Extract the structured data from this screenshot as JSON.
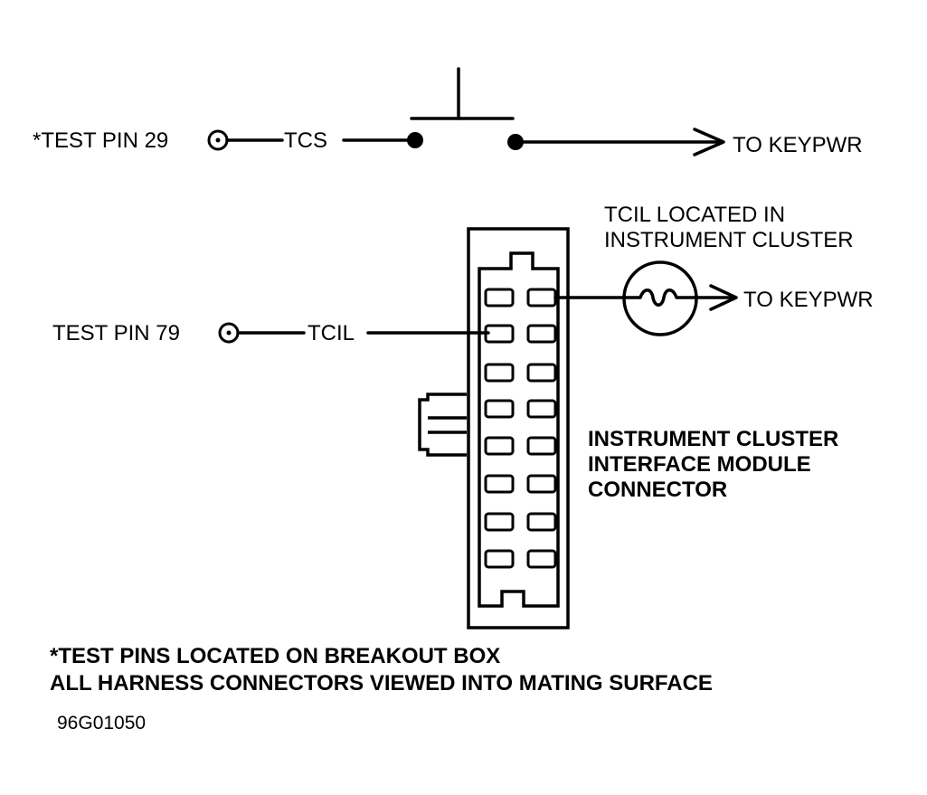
{
  "tcs_circuit": {
    "test_pin_label": "*TEST PIN 29",
    "wire_label": "TCS",
    "destination_label": "TO KEYPWR"
  },
  "tcil_circuit": {
    "test_pin_label": "TEST PIN 79",
    "wire_label": "TCIL",
    "destination_label": "TO KEYPWR",
    "lamp_note_line1": "TCIL LOCATED IN",
    "lamp_note_line2": "INSTRUMENT CLUSTER"
  },
  "connector": {
    "label_line1": "INSTRUMENT CLUSTER",
    "label_line2": "INTERFACE MODULE",
    "label_line3": "CONNECTOR",
    "cavity_rows": 8,
    "cavity_columns": 2
  },
  "footnotes": {
    "line1": "*TEST PINS LOCATED ON BREAKOUT BOX",
    "line2": "ALL HARNESS CONNECTORS VIEWED INTO MATING SURFACE"
  },
  "figure_id": "96G01050"
}
